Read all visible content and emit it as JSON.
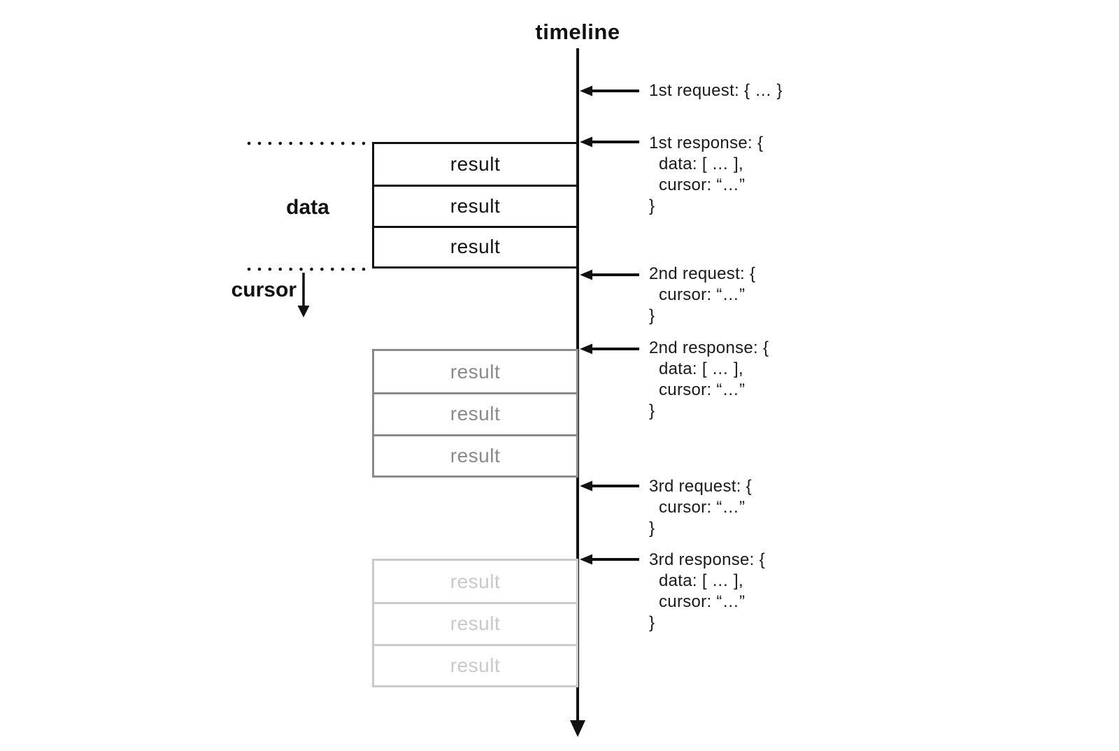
{
  "title": {
    "text": "timeline"
  },
  "left_labels": {
    "data": "data",
    "cursor": "cursor"
  },
  "colors": {
    "ink": "#111111",
    "group_1": "#111111",
    "group_2": "#8a8a8a",
    "group_3": "#c9c9c9"
  },
  "result_groups": [
    {
      "name": "first-page",
      "color": "#111111",
      "rows": [
        "result",
        "result",
        "result"
      ]
    },
    {
      "name": "second-page",
      "color": "#8a8a8a",
      "rows": [
        "result",
        "result",
        "result"
      ]
    },
    {
      "name": "third-page",
      "color": "#c9c9c9",
      "rows": [
        "result",
        "result",
        "result"
      ]
    }
  ],
  "annotations": [
    {
      "name": "1st-request",
      "lines": [
        "1st request: { … }"
      ]
    },
    {
      "name": "1st-response",
      "lines": [
        "1st response: {",
        "data: [ … ],",
        "cursor: “…”",
        "}"
      ]
    },
    {
      "name": "2nd-request",
      "lines": [
        "2nd request: {",
        "cursor: “…”",
        "}"
      ]
    },
    {
      "name": "2nd-response",
      "lines": [
        "2nd response: {",
        "data: [ … ],",
        "cursor: “…”",
        "}"
      ]
    },
    {
      "name": "3rd-request",
      "lines": [
        "3rd request: {",
        "cursor: “…”",
        "}"
      ]
    },
    {
      "name": "3rd-response",
      "lines": [
        "3rd response: {",
        "data: [ … ],",
        "cursor: “…”",
        "}"
      ]
    }
  ]
}
